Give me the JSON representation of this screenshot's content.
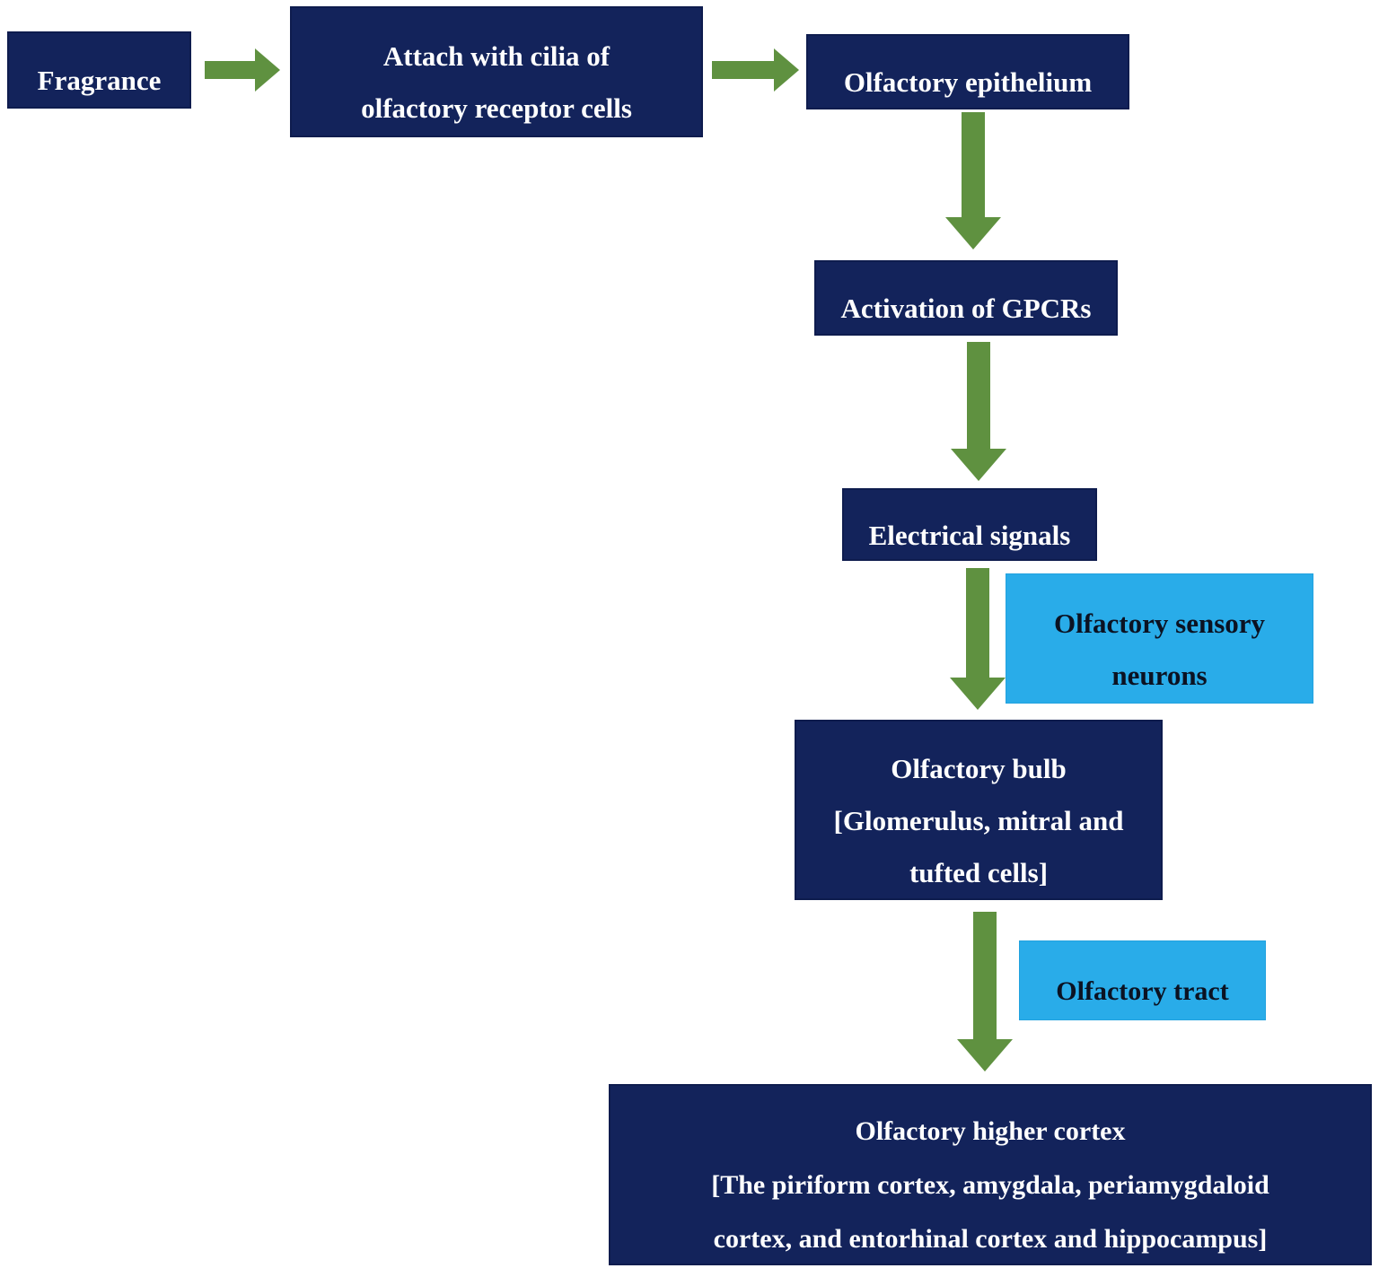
{
  "colors": {
    "node_navy": "#13235b",
    "node_navy_border": "#0e1c4e",
    "label_blue": "#29ace9",
    "arrow_green": "#5f9140",
    "text_on_navy": "#ffffff",
    "text_on_blue": "#0b1222",
    "background": "#ffffff"
  },
  "nodes": {
    "fragrance": {
      "label": "Fragrance"
    },
    "attach": {
      "lines": [
        "Attach with cilia of",
        "olfactory receptor cells"
      ]
    },
    "epithelium": {
      "label": "Olfactory epithelium"
    },
    "gpcr": {
      "label": "Activation of GPCRs"
    },
    "electrical": {
      "label": "Electrical signals"
    },
    "sensory": {
      "lines": [
        "Olfactory sensory",
        "neurons"
      ]
    },
    "bulb": {
      "lines": [
        "Olfactory bulb",
        "[Glomerulus, mitral and",
        "tufted cells]"
      ]
    },
    "tract": {
      "label": "Olfactory tract"
    },
    "cortex": {
      "lines": [
        "Olfactory higher cortex",
        "[The piriform cortex, amygdala, periamygdaloid",
        "cortex, and entorhinal cortex and hippocampus]"
      ]
    }
  },
  "edges": [
    {
      "from": "fragrance",
      "to": "attach",
      "direction": "right"
    },
    {
      "from": "attach",
      "to": "epithelium",
      "direction": "right"
    },
    {
      "from": "epithelium",
      "to": "gpcr",
      "direction": "down"
    },
    {
      "from": "gpcr",
      "to": "electrical",
      "direction": "down"
    },
    {
      "from": "electrical",
      "to": "bulb",
      "direction": "down",
      "label": "Olfactory sensory neurons"
    },
    {
      "from": "bulb",
      "to": "cortex",
      "direction": "down",
      "label": "Olfactory tract"
    }
  ]
}
